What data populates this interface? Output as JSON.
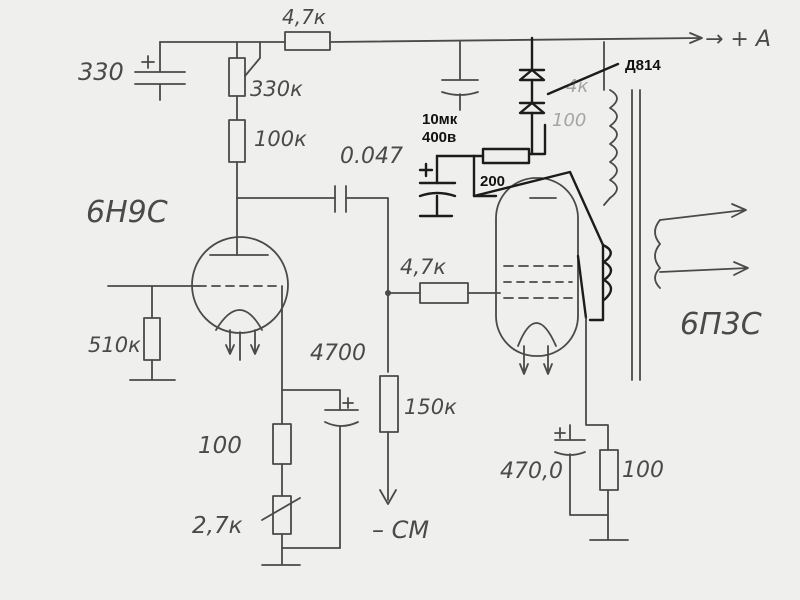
{
  "labels": {
    "r_top_4k7": "4,7к",
    "out_plus_a": "→ + A",
    "c_330": "330",
    "r_330k": "330к",
    "r_100k": "100к",
    "c_0047": "0.047",
    "tube_6n9s": "6Н9С",
    "r_510k": "510к",
    "c_4700_left": "4700",
    "r_grid_4k7": "4,7к",
    "r_150k": "150к",
    "r_100_left": "100",
    "r_2k7": "2,7к",
    "cm": "– СМ",
    "tube_6p3s": "6П3С",
    "c_4700_right": "470,0",
    "r_100_right": "100",
    "d814": "Д814",
    "c_10mk": "10мк",
    "c_400v": "400в",
    "r_200": "200",
    "faint_4k": "4к",
    "faint_100": "100"
  }
}
